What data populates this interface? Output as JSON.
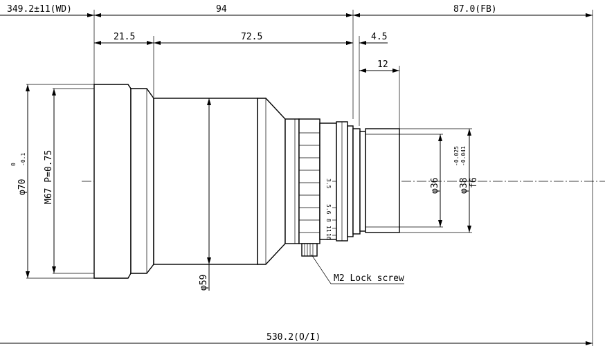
{
  "dimensions": {
    "working_distance": "349.2±11(WD)",
    "length_total": "94",
    "flange_back": "87.0(FB)",
    "front_section": "21.5",
    "mid_section": "72.5",
    "rear_step": "4.5",
    "mount_length": "12",
    "object_to_image": "530.2(O/I)"
  },
  "diameters": {
    "outer_front": {
      "base": "φ70",
      "tol_upper": "0",
      "tol_lower": "-0.1"
    },
    "filter_thread": "M67 P=0.75",
    "barrel": "φ59",
    "mount_inner": "φ36",
    "mount_outer": {
      "base": "φ38",
      "tol_upper": "-0.025",
      "tol_lower": "-0.041"
    },
    "fit": "f6"
  },
  "aperture_scale": [
    "3.5",
    "5.6",
    "8",
    "11",
    "16"
  ],
  "callouts": {
    "lock_screw": "M2 Lock screw"
  }
}
